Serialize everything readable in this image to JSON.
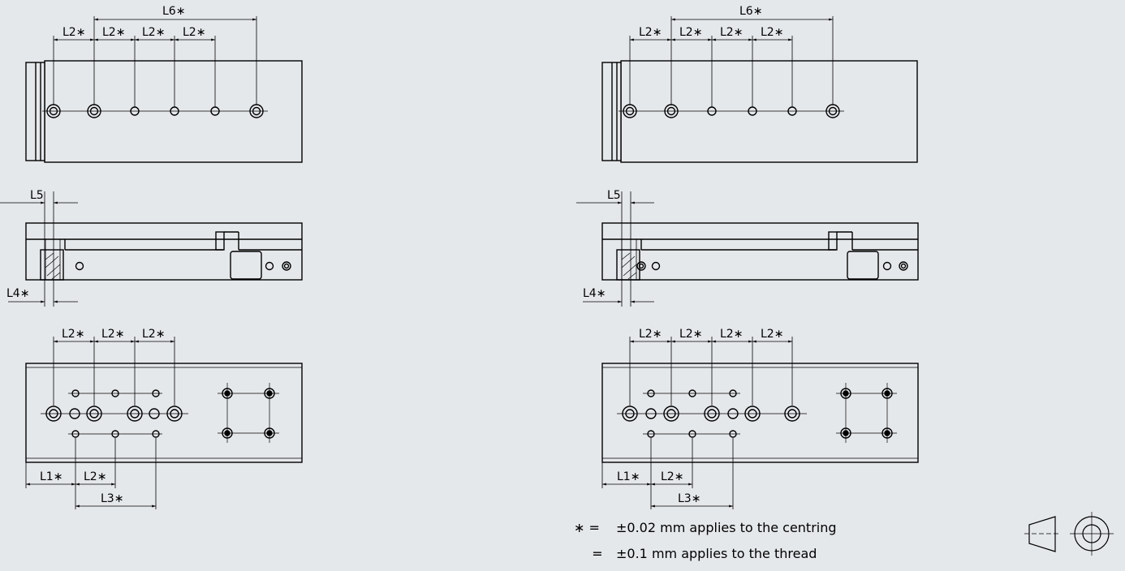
{
  "dimensions": {
    "l1": "L1∗",
    "l2": "L2∗",
    "l3": "L3∗",
    "l4": "L4∗",
    "l5": "L5",
    "l6": "L6∗"
  },
  "notes": [
    {
      "symbol": "∗ =",
      "text": "±0.02 mm applies to the centring"
    },
    {
      "symbol": "=",
      "text": "±0.1 mm applies to the thread"
    }
  ],
  "icons": {
    "projection": "third-angle-projection-icon"
  }
}
